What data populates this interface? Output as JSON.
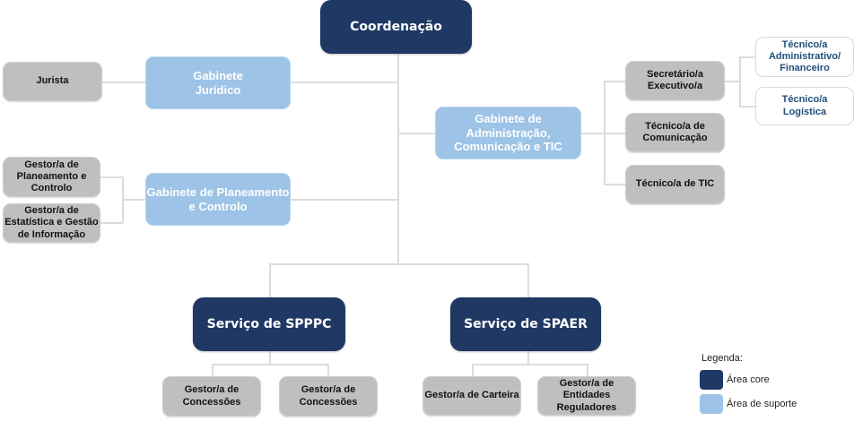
{
  "top": {
    "label": "Coordenação",
    "type": "core"
  },
  "left_units": [
    {
      "label": "Gabinete\nJurídico",
      "type": "support",
      "children": [
        {
          "label": "Jurista"
        }
      ]
    },
    {
      "label": "Gabinete de Planeamento\ne Controlo",
      "type": "support",
      "children": [
        {
          "label": "Gestor/a de\nPlaneamento e\nControlo"
        },
        {
          "label": "Gestor/a de\nEstatística e Gestão\nde Informação"
        }
      ]
    }
  ],
  "right_unit": {
    "label": "Gabinete de\nAdministração,\nComunicação e TIC",
    "type": "support",
    "children": [
      {
        "label": "Secretário/a\nExecutivo/a",
        "children": [
          {
            "label": "Técnico/a\nAdministrativo/\nFinanceiro"
          },
          {
            "label": "Técnico/a\nLogística"
          }
        ]
      },
      {
        "label": "Técnico/a de\nComunicação"
      },
      {
        "label": "Técnico/a de TIC"
      }
    ]
  },
  "services": [
    {
      "label": "Serviço de SPPPC",
      "type": "core",
      "children": [
        {
          "label": "Gestor/a de\nConcessões"
        },
        {
          "label": "Gestor/a de\nConcessões"
        }
      ]
    },
    {
      "label": "Serviço de SPAER",
      "type": "core",
      "children": [
        {
          "label": "Gestor/a de Carteira"
        },
        {
          "label": "Gestor/a de\nEntidades\nReguladores"
        }
      ]
    }
  ],
  "legend": {
    "title": "Legenda:",
    "items": [
      {
        "label": "Área core",
        "color": "#1f3864"
      },
      {
        "label": "Área de suporte",
        "color": "#9dc3e6"
      }
    ]
  },
  "colors": {
    "core": "#1f3864",
    "support": "#9dc3e6",
    "role": "#bfbfbf",
    "subrole_text": "#1f4e79",
    "connector": "#dcdcdc"
  }
}
